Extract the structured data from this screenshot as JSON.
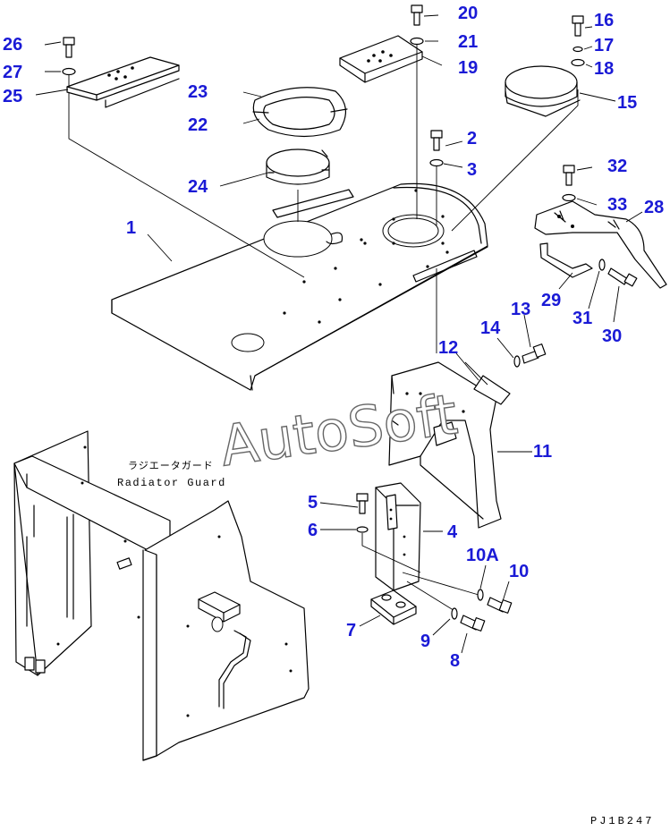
{
  "watermark": "AutoSoft",
  "drawing_code": "PJ1B247",
  "annotation": {
    "jp": "ラジエータガード",
    "en": "Radiator Guard"
  },
  "callouts": {
    "c1": "1",
    "c2": "2",
    "c3": "3",
    "c4": "4",
    "c5": "5",
    "c6": "6",
    "c7": "7",
    "c8": "8",
    "c9": "9",
    "c10": "10",
    "c10a": "10A",
    "c11": "11",
    "c12": "12",
    "c13": "13",
    "c14": "14",
    "c15": "15",
    "c16": "16",
    "c17": "17",
    "c18": "18",
    "c19": "19",
    "c20": "20",
    "c21": "21",
    "c22": "22",
    "c23": "23",
    "c24": "24",
    "c25": "25",
    "c26": "26",
    "c27": "27",
    "c28": "28",
    "c29": "29",
    "c30": "30",
    "c31": "31",
    "c32": "32",
    "c33": "33"
  },
  "colors": {
    "callout": "#1a1ad6",
    "line": "#000000",
    "watermark_outline": "#666666"
  }
}
